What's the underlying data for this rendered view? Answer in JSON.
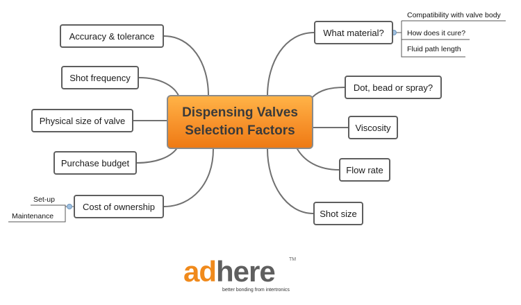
{
  "central_topic": {
    "line1": "Dispensing Valves",
    "line2": "Selection Factors"
  },
  "left_branches": {
    "accuracy": "Accuracy & tolerance",
    "shot_frequency": "Shot frequency",
    "physical_size": "Physical size of valve",
    "purchase_budget": "Purchase budget",
    "cost_of_ownership": "Cost of ownership"
  },
  "right_branches": {
    "material": "What material?",
    "dot_bead_spray": "Dot, bead or spray?",
    "viscosity": "Viscosity",
    "flow_rate": "Flow rate",
    "shot_size": "Shot size"
  },
  "material_subtopics": [
    "Compatibility with valve body",
    "How does it cure?",
    "Fluid path length"
  ],
  "cost_subtopics": [
    "Set-up",
    "Maintenance"
  ],
  "logo": {
    "part1": "ad",
    "part2": "here",
    "trademark": "TM",
    "tagline": "better bonding from intertronics"
  },
  "colors": {
    "central_fill": "#f7922b",
    "connector": "#707070",
    "logo_orange": "#f08a1c",
    "logo_grey": "#5f5f5f",
    "fold_marker": "#9fc0e0"
  }
}
